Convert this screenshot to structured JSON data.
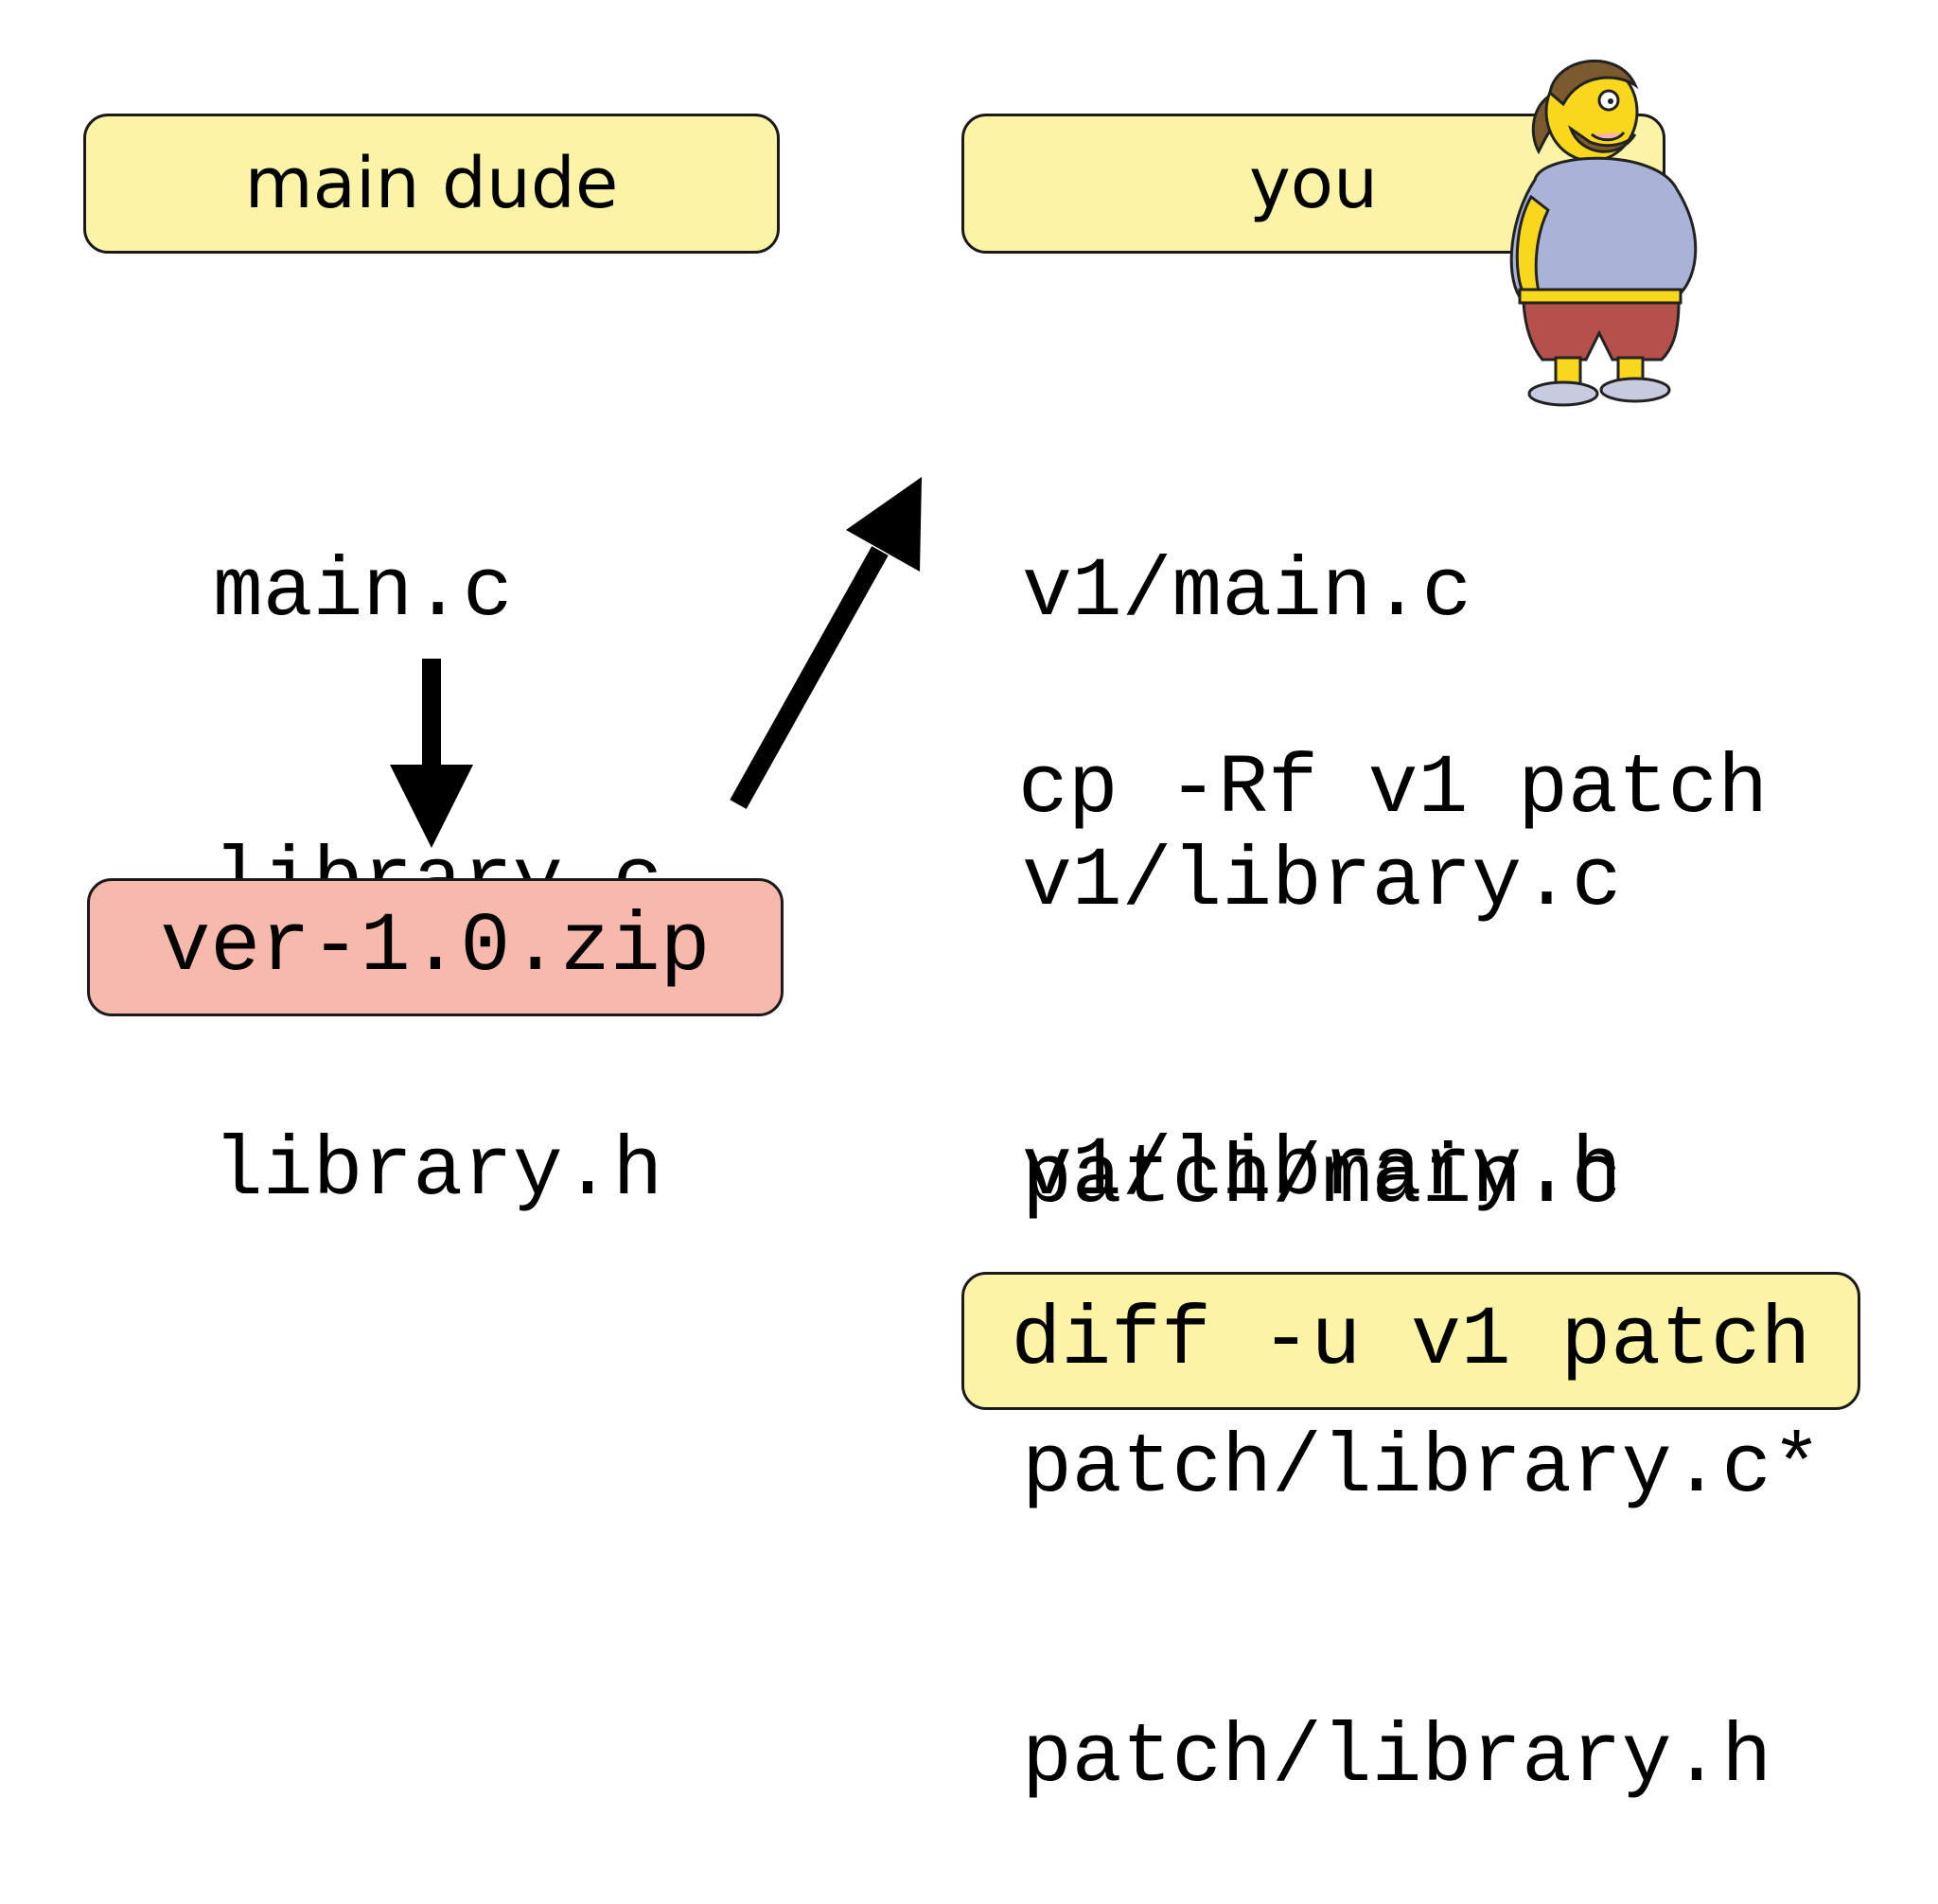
{
  "main_dude": {
    "label": "main dude",
    "files": [
      "main.c",
      "library.c",
      "library.h"
    ],
    "archive": "ver-1.0.zip"
  },
  "you": {
    "label": "you",
    "v1_files": [
      "v1/main.c",
      "v1/library.c",
      "v1/library.h"
    ],
    "copy_command": "cp -Rf v1 patch",
    "patch_files": [
      "patch/main.c",
      "patch/library.c*",
      "patch/library.h"
    ],
    "diff_command": "diff -u v1 patch"
  },
  "colors": {
    "label_box": "#fbf3a6",
    "archive_box": "#f7b9ab",
    "arrow": "#000000"
  },
  "icons": {
    "arrow_down": "arrow-down-icon",
    "arrow_diagonal": "arrow-up-right-icon",
    "character": "comic-book-guy-icon"
  }
}
